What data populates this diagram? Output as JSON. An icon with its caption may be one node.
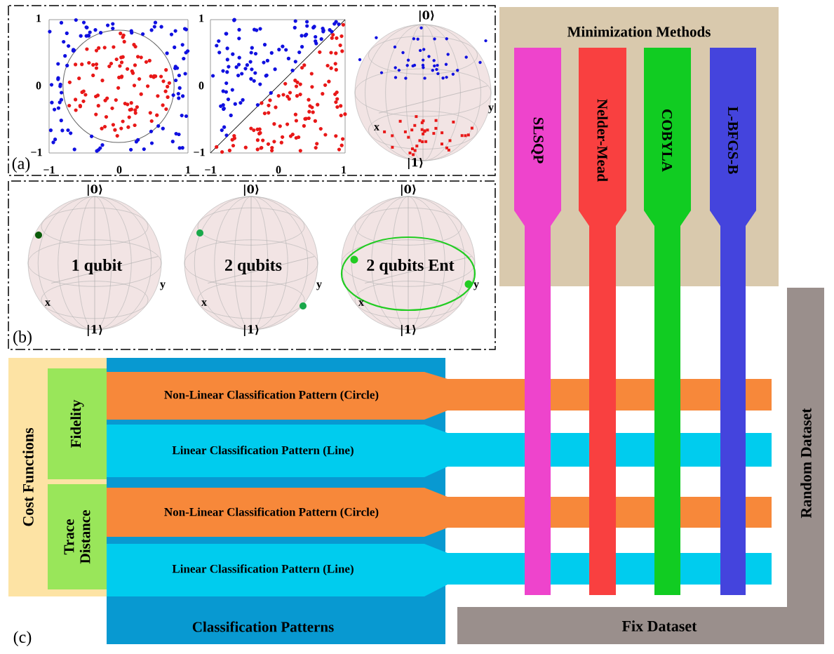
{
  "diagram": {
    "nodes": [
      {
        "text": [
          "Minimization Methods"
        ]
      },
      {
        "text": [
          "SLSQP"
        ]
      },
      {
        "text": [
          "Nelder-Mead"
        ]
      },
      {
        "text": [
          "COBYLA"
        ]
      },
      {
        "text": [
          "L-BFGS-B"
        ]
      },
      {
        "text": [
          "Random Dataset"
        ]
      },
      {
        "text": [
          "Fix Dataset"
        ],
        "in": 5
      },
      {
        "text": [
          "Cost Functions"
        ]
      },
      {
        "text": [
          "Fidelity"
        ],
        "in": 7
      },
      {
        "text": [
          "Trace Distance"
        ],
        "in": 7
      },
      {
        "text": [
          "Classification Patterns"
        ]
      },
      {
        "text": [
          "Non-Linear Classification Pattern (Circle)"
        ]
      },
      {
        "text": [
          "Linear Classification Pattern (Line)"
        ]
      },
      {
        "text": [
          "Non-Linear Classification Pattern (Circle)"
        ]
      },
      {
        "text": [
          "Linear Classification Pattern (Line)"
        ]
      }
    ],
    "labels": [
      "(a)",
      "1",
      "0",
      "−1",
      "−1",
      "0",
      "1",
      "1",
      "0",
      "−1",
      "−1",
      "0",
      "1",
      "|0⟩",
      "y",
      "x",
      "|1⟩",
      "|0⟩",
      "1 qubit",
      "y",
      "x",
      "|1⟩",
      "|0⟩",
      "2 qubits",
      "y",
      "x",
      "|1⟩",
      "|0⟩",
      "2 qubits Ent",
      "y",
      "x",
      "|1⟩",
      "(b)",
      "(c)"
    ]
  }
}
